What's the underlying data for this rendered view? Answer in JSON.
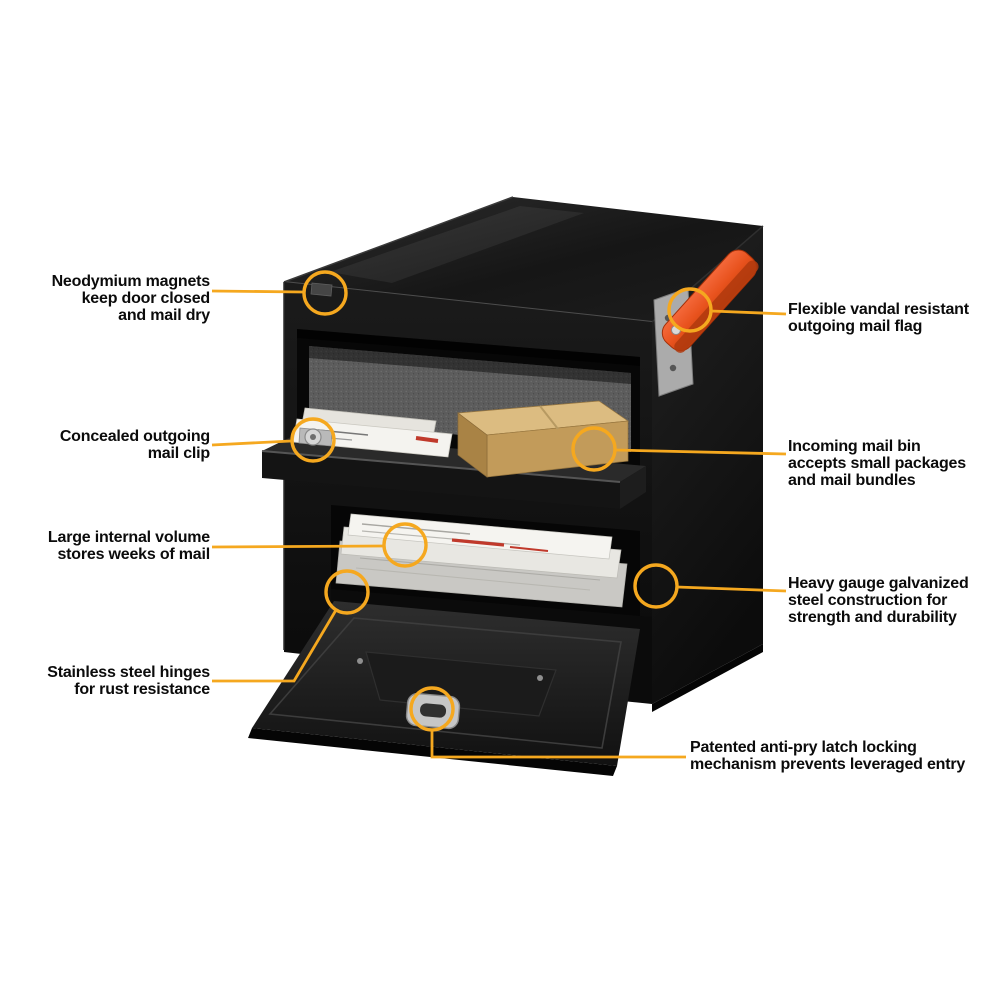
{
  "figure": {
    "type": "product-feature-diagram",
    "subject": "locking security mailbox cutaway",
    "background_color": "#ffffff",
    "accent_color": "#F5A81F",
    "product_color": "#111111",
    "flag_color": "#E8521D",
    "package_color": "#C9A05C"
  },
  "callouts": [
    {
      "id": "magnets",
      "side": "left",
      "lines": [
        "Neodymium magnets",
        "keep door closed",
        "and mail dry"
      ]
    },
    {
      "id": "outgoing-clip",
      "side": "left",
      "lines": [
        "Concealed outgoing",
        "mail clip"
      ]
    },
    {
      "id": "internal-volume",
      "side": "left",
      "lines": [
        "Large internal volume",
        "stores weeks of mail"
      ]
    },
    {
      "id": "hinges",
      "side": "left",
      "lines": [
        "Stainless steel hinges",
        "for rust resistance"
      ]
    },
    {
      "id": "mail-flag",
      "side": "right",
      "lines": [
        "Flexible vandal resistant",
        "outgoing mail flag"
      ]
    },
    {
      "id": "incoming-bin",
      "side": "right",
      "lines": [
        "Incoming mail bin",
        "accepts small packages",
        "and mail bundles"
      ]
    },
    {
      "id": "steel-construction",
      "side": "right",
      "lines": [
        "Heavy gauge galvanized",
        "steel construction for",
        "strength and durability"
      ]
    },
    {
      "id": "anti-pry-latch",
      "side": "right",
      "lines": [
        "Patented anti-pry latch locking",
        "mechanism prevents leveraged entry"
      ]
    }
  ]
}
